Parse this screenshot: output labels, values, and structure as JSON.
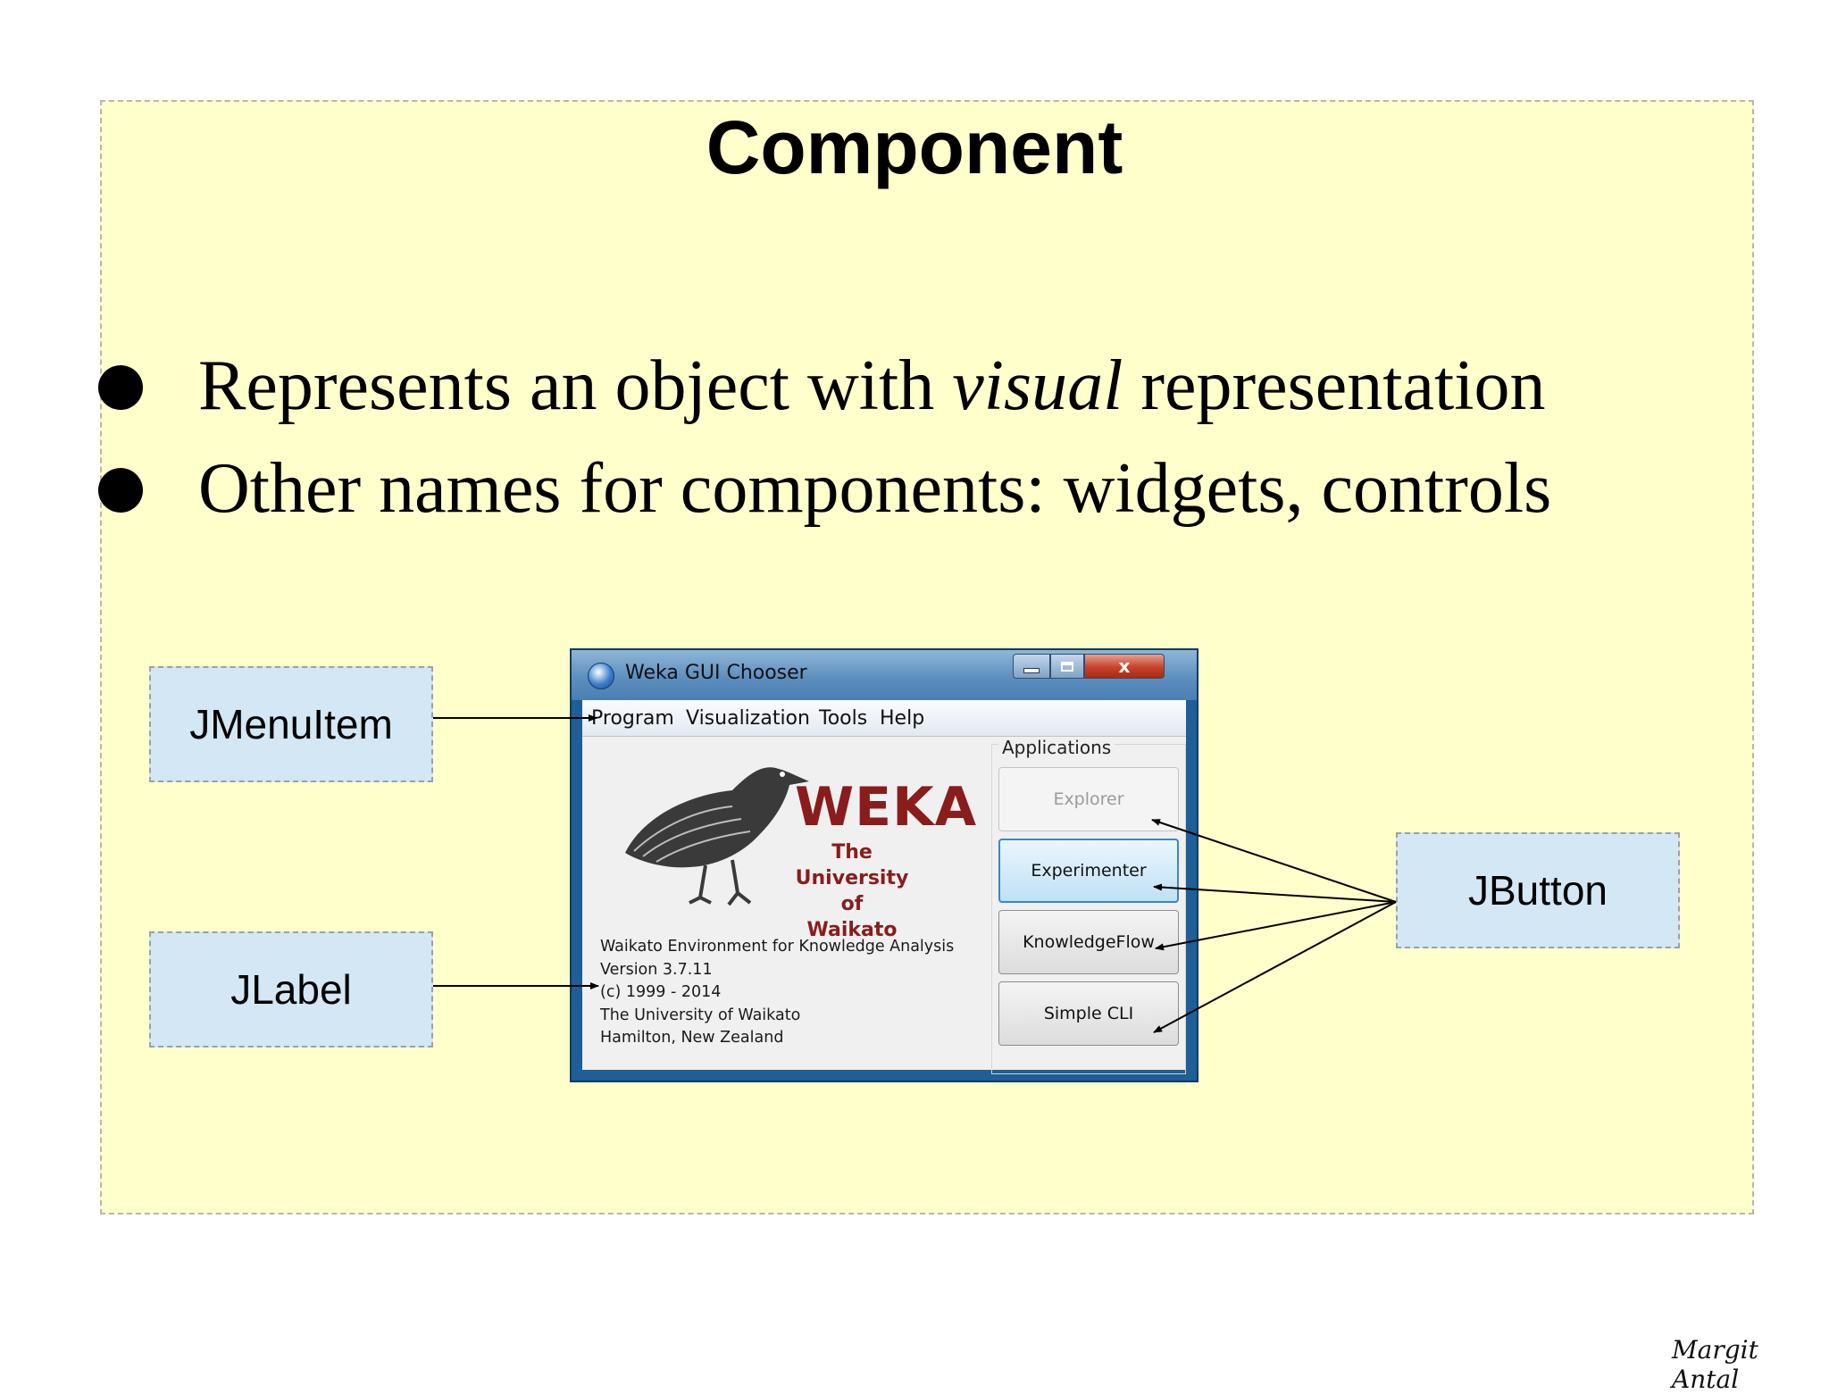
{
  "slide": {
    "title": "Component",
    "bullets": {
      "b1_before": "Represents an object with ",
      "b1_italic": "visual",
      "b1_after": " representation",
      "b2": "Other names for components: widgets, controls"
    },
    "signature": "Margit Antal"
  },
  "callouts": {
    "jmenuitem": "JMenuItem",
    "jlabel": "JLabel",
    "jbutton": "JButton"
  },
  "window": {
    "title": "Weka GUI Chooser",
    "controls": {
      "close": "x"
    },
    "menu": [
      "Program",
      "Visualization",
      "Tools",
      "Help"
    ],
    "logo": {
      "word": "WEKA",
      "line1": "The University",
      "line2": "of Waikato"
    },
    "info": [
      "Waikato Environment for Knowledge Analysis",
      "Version 3.7.11",
      "(c) 1999 - 2014",
      "The University of Waikato",
      "Hamilton, New Zealand"
    ],
    "applications_label": "Applications",
    "buttons": [
      "Explorer",
      "Experimenter",
      "KnowledgeFlow",
      "Simple CLI"
    ]
  },
  "colors": {
    "slide_background": "#ffffcc",
    "callout_fill": "#d3e7f4",
    "weka_red": "#8a1c1c",
    "window_frame": "#1f5e96"
  }
}
